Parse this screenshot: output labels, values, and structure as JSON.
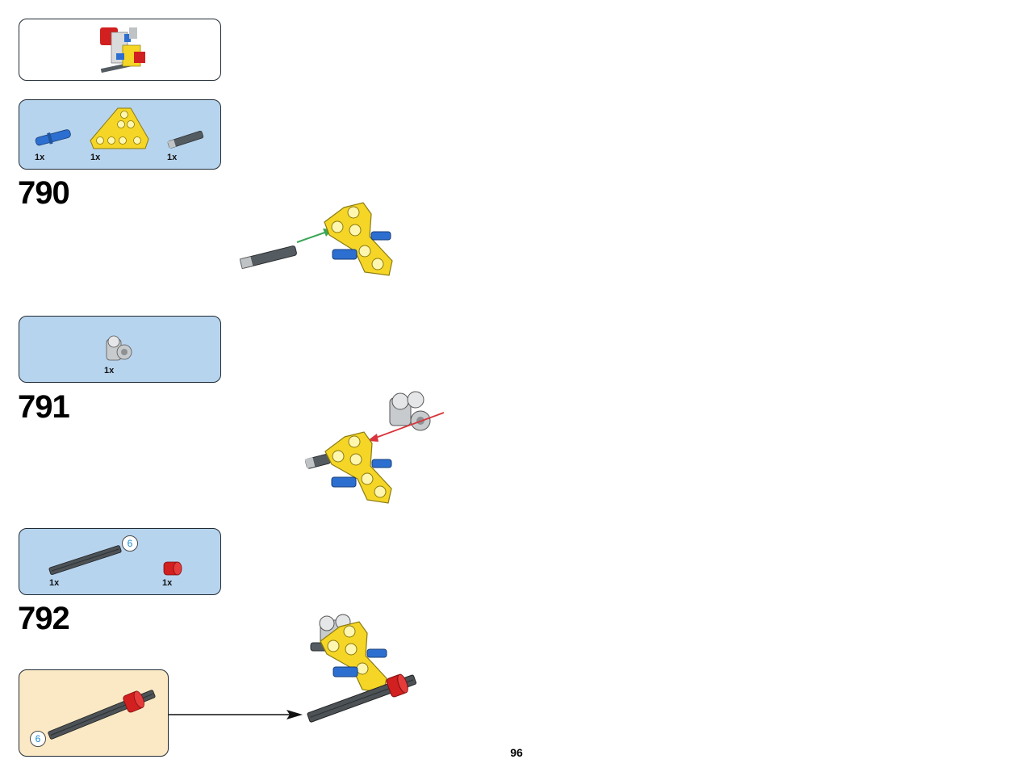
{
  "steps": [
    {
      "number": "790",
      "parts": [
        {
          "qty": "1x"
        },
        {
          "qty": "1x"
        },
        {
          "qty": "1x"
        }
      ]
    },
    {
      "number": "791",
      "parts": [
        {
          "qty": "1x"
        }
      ]
    },
    {
      "number": "792",
      "parts": [
        {
          "qty": "1x",
          "length_badge": "6"
        },
        {
          "qty": "1x"
        }
      ]
    }
  ],
  "subassembly": {
    "length_badge": "6"
  },
  "page": {
    "number": "96"
  },
  "colors": {
    "parts_panel": "#b7d4ee",
    "subassembly_panel": "#fbe9c5",
    "yellow": "#f5d626",
    "blue": "#2d6fd0",
    "red": "#d21f1f",
    "dark_gray": "#555c61",
    "light_gray": "#bfc3c5",
    "green_arrow": "#3aa655",
    "red_arrow": "#d9343b",
    "badge_text": "#1b8bd1"
  }
}
